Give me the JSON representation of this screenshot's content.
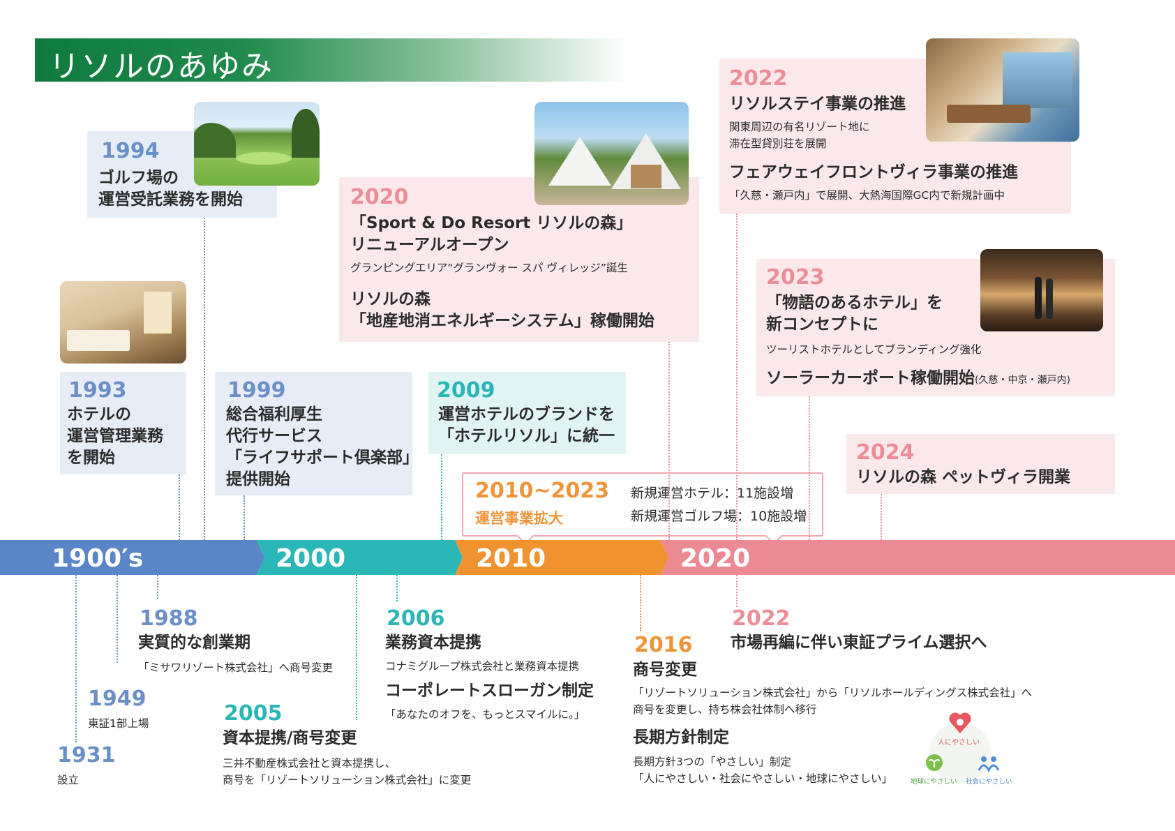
{
  "title": "リソルのあゆみ",
  "eras": [
    "1900′s",
    "2000",
    "2010",
    "2020"
  ],
  "above": [
    {
      "year": "1994",
      "lines": [
        "ゴルフ場の",
        "運営受託業務を開始"
      ]
    },
    {
      "year": "1993",
      "lines": [
        "ホテルの",
        "運営管理業務",
        "を開始"
      ]
    },
    {
      "year": "1999",
      "lines": [
        "総合福利厚生",
        "代行サービス",
        "「ライフサポート倶楽部」",
        "提供開始"
      ]
    },
    {
      "year": "2009",
      "lines": [
        "運営ホテルのブランドを",
        "「ホテルリソル」に統一"
      ]
    },
    {
      "year": "2020",
      "lines": [
        "「Sport & Do Resort リソルの森」",
        "リニューアルオープン"
      ],
      "note": "グランピングエリア“グランヴォー スパ ヴィレッジ”誕生",
      "lines2": [
        "リソルの森",
        "「地産地消エネルギーシステム」稼働開始"
      ]
    },
    {
      "year": "2022",
      "head": "リソルステイ事業の推進",
      "notes": [
        "関東周辺の有名リゾート地に",
        "滞在型貸別荘を展開"
      ],
      "head2": "フェアウェイフロントヴィラ事業の推進",
      "note2": "「久慈・瀬戸内」で展開、大熱海国際GC内で新規計画中"
    },
    {
      "year": "2023",
      "lines": [
        "「物語のあるホテル」を",
        "新コンセプトに"
      ],
      "note": "ツーリストホテルとしてブランディング強化",
      "head2": "ソーラーカーポート稼働開始",
      "head2_suffix": "(久慈・中京・瀬戸内)"
    },
    {
      "year": "2024",
      "lines": [
        "リソルの森 ペットヴィラ開業"
      ]
    }
  ],
  "callout": {
    "years": "2010~2023",
    "label": "運営事業拡大",
    "items": [
      "新規運営ホテル：11施設増",
      "新規運営ゴルフ場：10施設増"
    ]
  },
  "below": [
    {
      "year": "1988",
      "head": "実質的な創業期",
      "note": "「ミサワリゾート株式会社」へ商号変更"
    },
    {
      "year": "1949",
      "note": "東証1部上場"
    },
    {
      "year": "1931",
      "note": "設立"
    },
    {
      "year": "2005",
      "head": "資本提携/商号変更",
      "notes": [
        "三井不動産株式会社と資本提携し、",
        "商号を「リゾートソリューション株式会社」に変更"
      ]
    },
    {
      "year": "2006",
      "head": "業務資本提携",
      "note": "コナミグループ株式会社と業務資本提携",
      "head2": "コーポレートスローガン制定",
      "note2": "「あなたのオフを、もっとスマイルに。」"
    },
    {
      "year": "2016",
      "head": "商号変更",
      "notes": [
        "「リゾートソリューション株式会社」から「リソルホールディングス株式会社」へ",
        "商号を変更し、持ち株会社体制へ移行"
      ],
      "head2": "長期方針制定",
      "notes2": [
        "長期方針3つの「やさしい」制定",
        "「人にやさしい・社会にやさしい・地球にやさしい」"
      ]
    },
    {
      "year": "2022",
      "head": "市場再編に伴い東証プライム選択へ"
    }
  ],
  "logo": {
    "top": "人にやさしい",
    "left": "地球にやさしい",
    "right": "社会にやさしい"
  },
  "colors": {
    "blue": "#5a86c8",
    "teal": "#2bb7b7",
    "orange": "#f0922f",
    "pink": "#ec8a94",
    "green": "#0e7a3c"
  }
}
